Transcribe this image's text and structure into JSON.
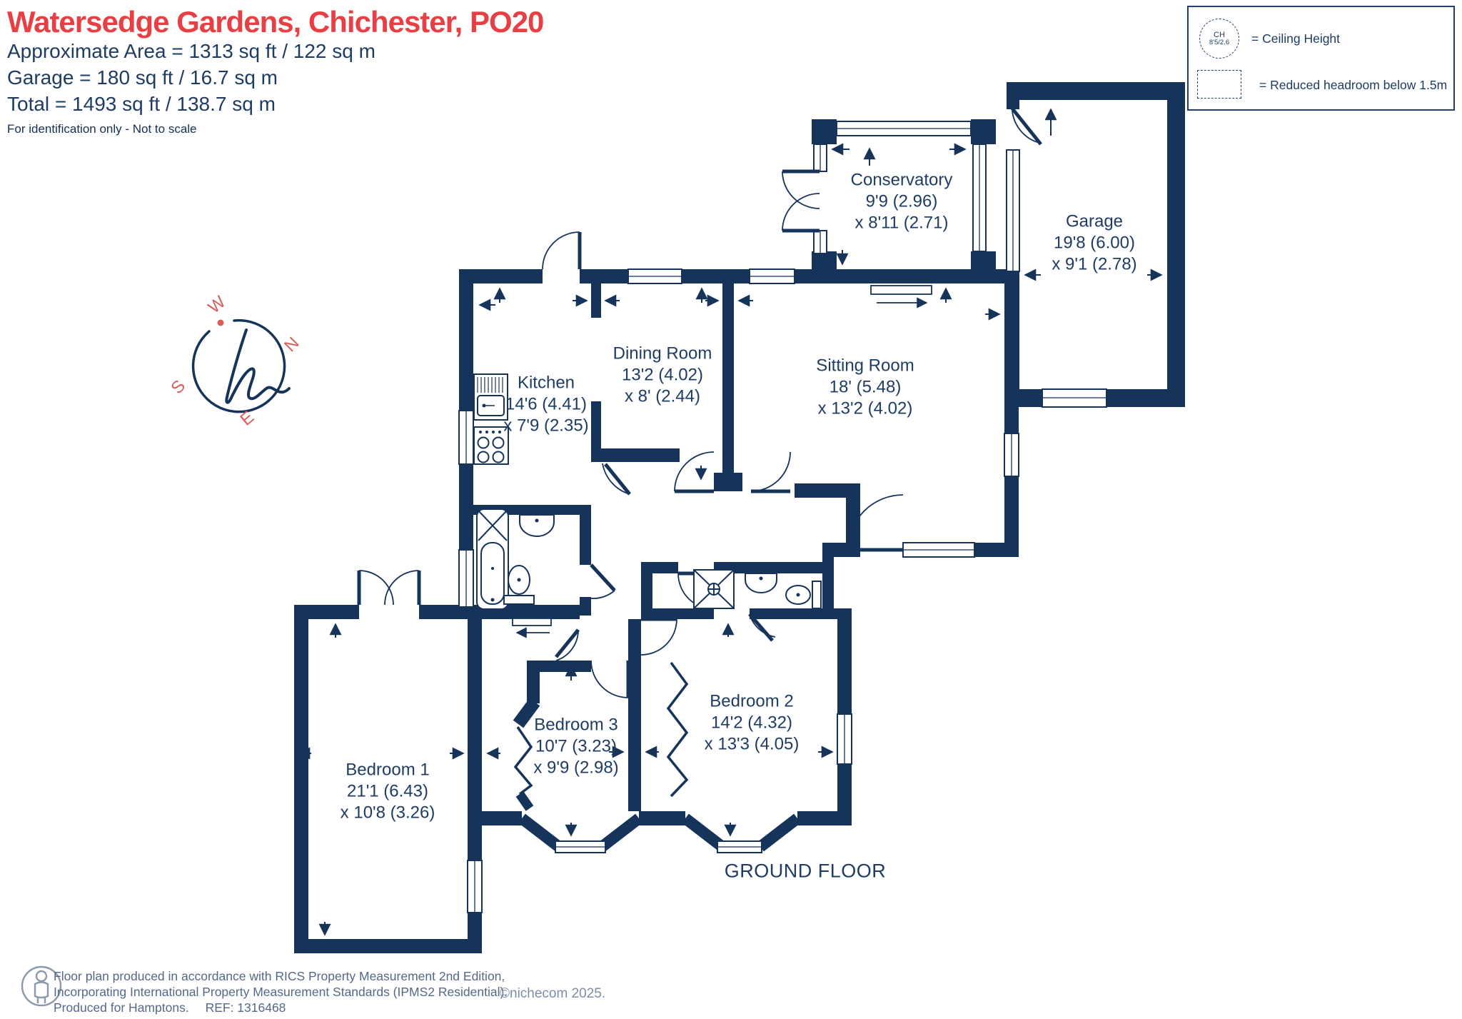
{
  "header": {
    "title": "Watersedge Gardens, Chichester, PO20",
    "area": "Approximate Area = 1313 sq ft / 122 sq m",
    "garage": "Garage = 180 sq ft / 16.7 sq m",
    "total": "Total = 1493 sq ft / 138.7 sq m",
    "note": "For identification only - Not to scale"
  },
  "legend": {
    "ch_top": "CH",
    "ch_bottom": "8'5/2.6",
    "ceiling": "= Ceiling Height",
    "headroom": "= Reduced headroom below 1.5m"
  },
  "compass": {
    "n": "N",
    "e": "E",
    "s": "S",
    "w": "W"
  },
  "rooms": {
    "conservatory": {
      "name": "Conservatory",
      "d1": "9'9 (2.96)",
      "d2": "x 8'11 (2.71)"
    },
    "garage": {
      "name": "Garage",
      "d1": "19'8 (6.00)",
      "d2": "x 9'1 (2.78)"
    },
    "kitchen": {
      "name": "Kitchen",
      "d1": "14'6 (4.41)",
      "d2": "x 7'9 (2.35)"
    },
    "dining": {
      "name": "Dining Room",
      "d1": "13'2 (4.02)",
      "d2": "x 8' (2.44)"
    },
    "sitting": {
      "name": "Sitting Room",
      "d1": "18' (5.48)",
      "d2": "x 13'2 (4.02)"
    },
    "bed1": {
      "name": "Bedroom 1",
      "d1": "21'1 (6.43)",
      "d2": "x 10'8 (3.26)"
    },
    "bed2": {
      "name": "Bedroom 2",
      "d1": "14'2 (4.32)",
      "d2": "x 13'3 (4.05)"
    },
    "bed3": {
      "name": "Bedroom 3",
      "d1": "10'7 (3.23)",
      "d2": "x 9'9 (2.98)"
    }
  },
  "plan": {
    "floor_label": "GROUND FLOOR"
  },
  "footer": {
    "line1": "Floor plan produced in accordance with RICS Property Measurement 2nd Edition,",
    "line2": "Incorporating International Property Measurement Standards (IPMS2 Residential).",
    "line3": "Produced for Hamptons.",
    "ref": "REF:  1316468",
    "copyright": "©nichecom 2025."
  },
  "colors": {
    "wall": "#16335a",
    "title_red": "#e83f44",
    "compass_red": "#d95f5c",
    "footer_gray": "#55688a"
  }
}
